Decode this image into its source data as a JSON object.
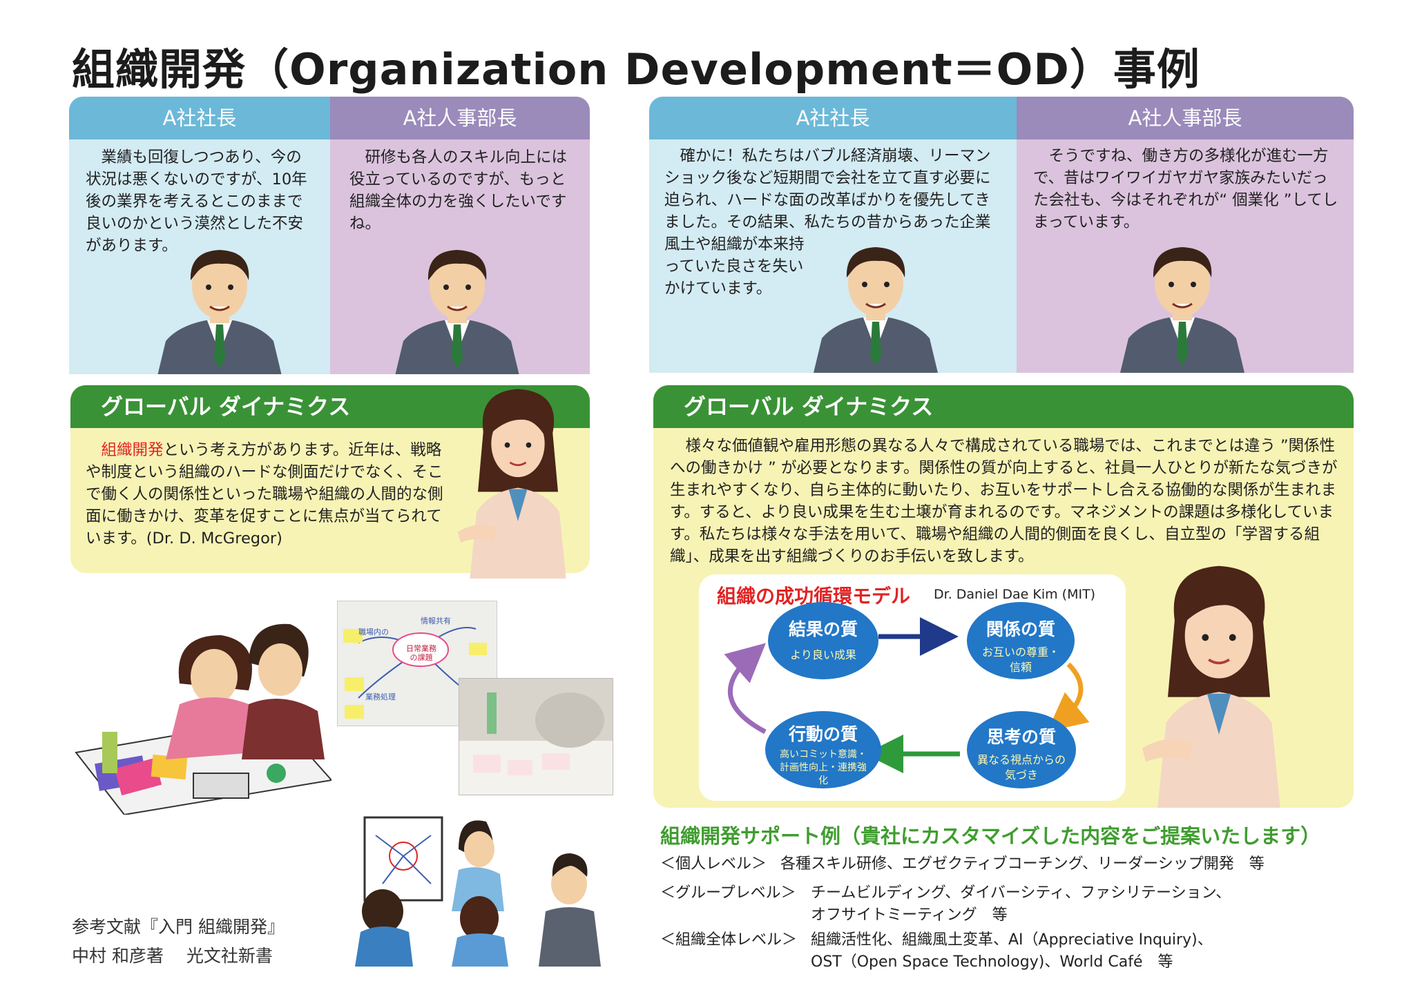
{
  "title": "組織開発（Organization Development＝OD）事例",
  "left": {
    "ceo_label": "A社社長",
    "ceo_text": "　業績も回復しつつあり、今の状況は悪くないのですが、10年後の業界を考えるとこのままで良いのかという漠然とした不安があります。",
    "hr_label": "A社人事部長",
    "hr_text": "　研修も各人のスキル向上には役立っているのですが、もっと組織全体の力を強くしたいですね。",
    "gd_title": "グローバル ダイナミクス",
    "gd_highlight": "組織開発",
    "gd_text": "という考え方があります。近年は、戦略や制度という組織のハードな側面だけでなく、そこで働く人の関係性といった職場や組織の人間的な側面に働きかけ、変革を促すことに焦点が当てられています。(Dr. D. McGregor)"
  },
  "right": {
    "ceo_label": "A社社長",
    "ceo_text_1": "　確かに！私たちはバブル経済崩壊、リーマンショック後など短期間で会社を立て直す必要に迫られ、ハードな面の改革ばかりを優先してきました。その結果、私たちの昔からあった企業",
    "ceo_text_2": "風土や組織が本来持っていた良さを失いかけています。",
    "hr_label": "A社人事部長",
    "hr_text": "　そうですね、働き方の多様化が進む一方で、昔はワイワイガヤガヤ家族みたいだった会社も、今はそれぞれが“ 個業化 ”してしまっています。",
    "gd_title": "グローバル ダイナミクス",
    "gd_text": "　様々な価値観や雇用形態の異なる人々で構成されている職場では、これまでとは違う ”関係性への働きかけ ” が必要となります。関係性の質が向上すると、社員一人ひとりが新たな気づきが生まれやすくなり、自ら主体的に動いたり、お互いをサポートし合える協働的な関係が生まれます。すると、より良い成果を生む土壌が育まれるのです。マネジメントの課題は多様化しています。私たちは様々な手法を用いて、職場や組織の人間的側面を良くし、自立型の「学習する組織」、成果を出す組織づくりのお手伝いを致します。"
  },
  "model": {
    "title": "組織の成功循環モデル",
    "author": "Dr. Daniel Dae Kim (MIT)",
    "result_title": "結果の質",
    "result_sub": "より良い成果",
    "relation_title": "関係の質",
    "relation_sub": "お互いの尊重・信頼",
    "action_title": "行動の質",
    "action_sub": "高いコミット意識・計画性向上・連携強化",
    "thinking_title": "思考の質",
    "thinking_sub": "異なる視点からの気づき"
  },
  "photo_notes": {
    "n1": "職場内の",
    "n2": "情報共有",
    "n3": "日常業務の課題",
    "n4": "業務処理"
  },
  "support": {
    "title": "組織開発サポート例（貴社にカスタマイズした内容をご提案いたします）",
    "l1_label": "＜個人レベル＞",
    "l1_text": "各種スキル研修、エグゼクティブコーチング、リーダーシップ開発　等",
    "l2_label": "＜グループレベル＞",
    "l2_text_1": "チームビルディング、ダイバーシティ、ファシリテーション、",
    "l2_text_2": "オフサイトミーティング　等",
    "l3_label": "＜組織全体レベル＞",
    "l3_text_1": "組織活性化、組織風土変革、AI（Appreciative Inquiry)、",
    "l3_text_2": "OST（Open Space Technology)、World Café　等"
  },
  "reference": {
    "line1": "参考文献『入門 組織開発』",
    "line2": "中村 和彦著　 光文社新書"
  },
  "colors": {
    "ceo_header": "#6cb8d8",
    "ceo_bg": "#d3ebf3",
    "hr_header": "#9a8bbb",
    "hr_bg": "#dbc3dd",
    "gd_header": "#3a9236",
    "gd_bg": "#f7f3b5",
    "ellipse": "#2277c7",
    "highlight_red": "#e12323",
    "support_green": "#3f9d2f"
  }
}
